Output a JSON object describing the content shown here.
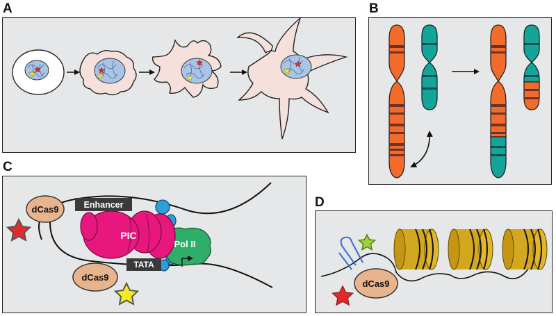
{
  "panels": {
    "a": {
      "letter": "A"
    },
    "b": {
      "letter": "B"
    },
    "c": {
      "letter": "C"
    },
    "d": {
      "letter": "D"
    }
  },
  "panel_c": {
    "enhancer_label": "Enhancer",
    "pic_label": "PIC",
    "pol2_label": "Pol II",
    "tata_label": "TATA",
    "dcas9_top_label": "dCas9",
    "dcas9_bottom_label": "dCas9"
  },
  "panel_d": {
    "dcas9_label": "dCas9"
  },
  "colors": {
    "panel_bg": "#e6e7e8",
    "cell_pink": "#f6e0dc",
    "nucleus_blue": "#a9c4e4",
    "chromosome_orange": "#f26b2a",
    "chromosome_teal": "#13a49a",
    "pic_magenta": "#e8177e",
    "pol2_green": "#2fae6a",
    "mediator_blue": "#2e9fd8",
    "dcas9_tan": "#e8b48e",
    "label_box_dark": "#3a3a3c",
    "nucleosome_gold": "#d4a81e",
    "star_red": "#e32a2a",
    "star_yellow": "#f5ea1f",
    "star_green": "#9bd23c"
  },
  "icons": {
    "star_red": "star-icon",
    "star_yellow": "star-icon",
    "arrow": "arrow-right-icon",
    "double_arrow": "double-arrow-icon",
    "guide_rna": "guide-rna-hairpin-icon",
    "tss_arrow": "bent-arrow-icon"
  }
}
